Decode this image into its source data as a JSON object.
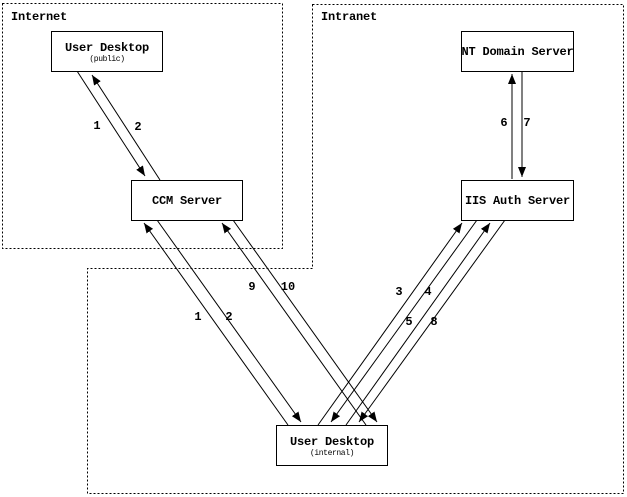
{
  "diagram": {
    "type": "network-architecture-flow",
    "zones": {
      "internet": {
        "label": "Internet"
      },
      "intranet": {
        "label": "Intranet"
      }
    },
    "nodes": {
      "user_desktop_public": {
        "title": "User Desktop",
        "subtitle": "(public)"
      },
      "ccm_server": {
        "title": "CCM Server"
      },
      "nt_domain_server": {
        "title": "NT Domain Server"
      },
      "iis_auth_server": {
        "title": "IIS Auth Server"
      },
      "user_desktop_internal": {
        "title": "User Desktop",
        "subtitle": "(internal)"
      }
    },
    "connections": [
      {
        "label": "1",
        "from": "user_desktop_public",
        "to": "ccm_server"
      },
      {
        "label": "2",
        "from": "ccm_server",
        "to": "user_desktop_public"
      },
      {
        "label": "1",
        "from": "user_desktop_internal",
        "to": "ccm_server"
      },
      {
        "label": "2",
        "from": "ccm_server",
        "to": "user_desktop_internal"
      },
      {
        "label": "9",
        "from": "user_desktop_internal",
        "to": "ccm_server"
      },
      {
        "label": "10",
        "from": "ccm_server",
        "to": "user_desktop_internal"
      },
      {
        "label": "3",
        "from": "user_desktop_internal",
        "to": "iis_auth_server"
      },
      {
        "label": "4",
        "from": "iis_auth_server",
        "to": "user_desktop_internal"
      },
      {
        "label": "5",
        "from": "user_desktop_internal",
        "to": "iis_auth_server"
      },
      {
        "label": "8",
        "from": "iis_auth_server",
        "to": "user_desktop_internal"
      },
      {
        "label": "6",
        "from": "iis_auth_server",
        "to": "nt_domain_server"
      },
      {
        "label": "7",
        "from": "nt_domain_server",
        "to": "iis_auth_server"
      }
    ],
    "colors": {
      "line": "#000000",
      "background": "#ffffff",
      "text": "#000000"
    }
  }
}
